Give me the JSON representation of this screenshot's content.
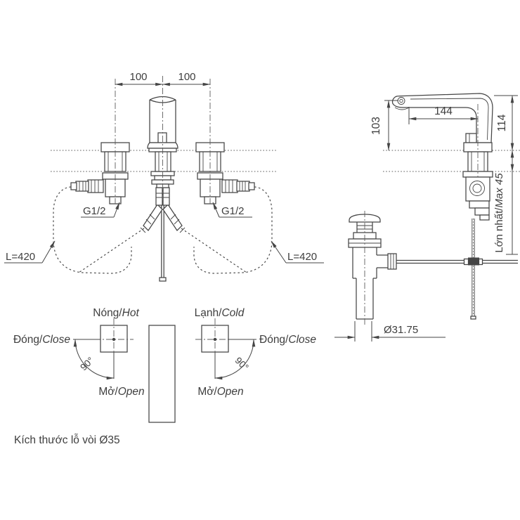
{
  "meta": {
    "title": "Faucet installation technical drawing"
  },
  "front_view": {
    "dim_spacing_left": "100",
    "dim_spacing_right": "100",
    "thread_label_left": "G1/2",
    "thread_label_right": "G1/2",
    "hose_length_left": "L=420",
    "hose_length_right": "L=420"
  },
  "side_view": {
    "dim_reach": "144",
    "dim_height_spout": "103",
    "dim_height_total": "114",
    "deck_max_vi": "Lớn nhất/",
    "deck_max_en": "Max 45",
    "dim_drain_diameter": "Ø31.75"
  },
  "handle_diagram": {
    "hot_vi": "Nóng/",
    "hot_en": "Hot",
    "cold_vi": "Lạnh/",
    "cold_en": "Cold",
    "close_vi": "Đóng/",
    "close_en": "Close",
    "open_vi": "Mở/",
    "open_en": "Open",
    "angle": "90°"
  },
  "footer": {
    "note": "Kích thước lỗ vòi Ø35"
  },
  "colors": {
    "line": "#454545",
    "background": "#ffffff"
  }
}
